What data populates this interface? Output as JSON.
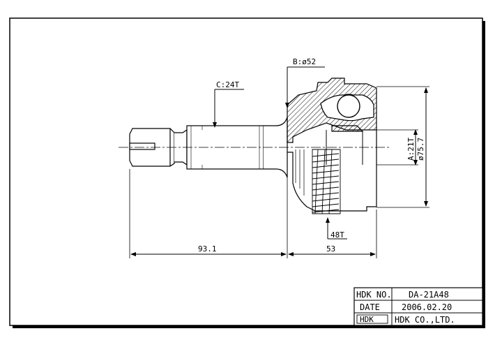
{
  "callouts": {
    "c_spline": "C:24T",
    "b_dia": "B:ø52",
    "a_spline": "A:21T",
    "abs_ring": "48T"
  },
  "dimensions": {
    "shaft_length": "93.1",
    "bell_length": "53",
    "outer_diameter": "ø75.7"
  },
  "title_block": {
    "part_no_label": "HDK NO.",
    "part_no_value": "DA-21A48",
    "date_label": "DATE",
    "date_value": "2006.02.20",
    "company_logo": "HDK",
    "company_name": "HDK CO.,LTD."
  }
}
